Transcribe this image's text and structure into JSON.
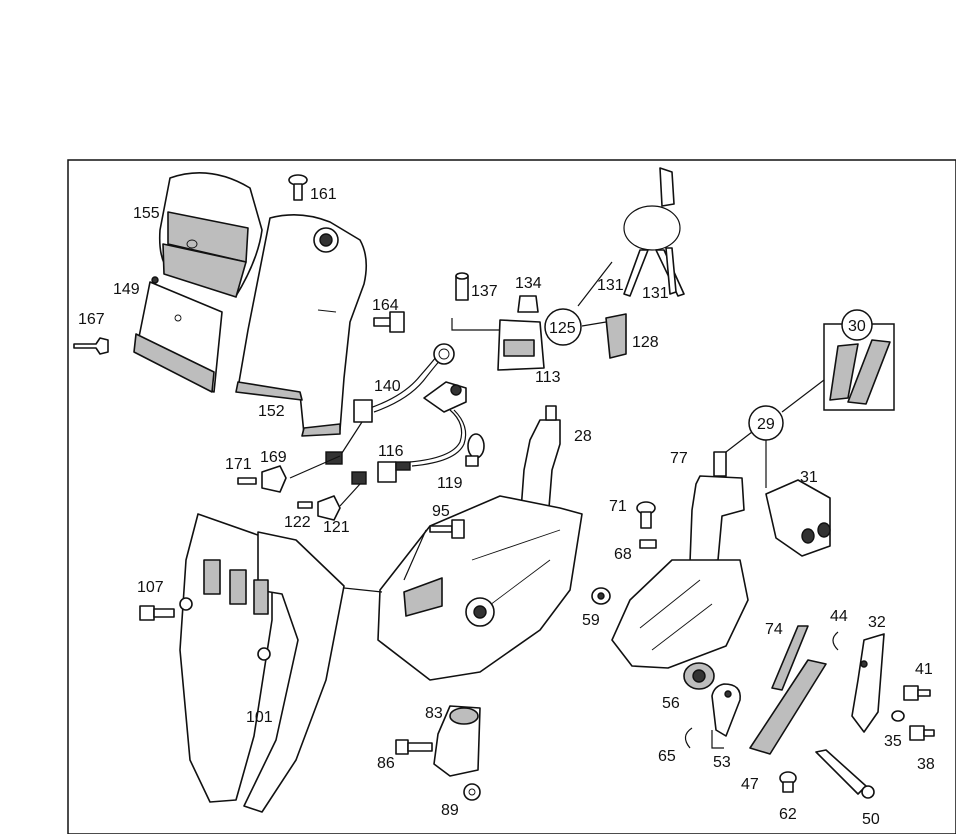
{
  "diagram": {
    "callouts": [
      {
        "id": "c155",
        "text": "155"
      },
      {
        "id": "c161",
        "text": "161"
      },
      {
        "id": "c149",
        "text": "149"
      },
      {
        "id": "c167",
        "text": "167"
      },
      {
        "id": "c152",
        "text": "152"
      },
      {
        "id": "c164",
        "text": "164"
      },
      {
        "id": "c140",
        "text": "140"
      },
      {
        "id": "c137",
        "text": "137"
      },
      {
        "id": "c134",
        "text": "134"
      },
      {
        "id": "c131a",
        "text": "131"
      },
      {
        "id": "c131b",
        "text": "131"
      },
      {
        "id": "c125",
        "text": "125"
      },
      {
        "id": "c128",
        "text": "128"
      },
      {
        "id": "c113",
        "text": "113"
      },
      {
        "id": "c30",
        "text": "30"
      },
      {
        "id": "c29",
        "text": "29"
      },
      {
        "id": "c116",
        "text": "116"
      },
      {
        "id": "c119",
        "text": "119"
      },
      {
        "id": "c28",
        "text": "28"
      },
      {
        "id": "c77",
        "text": "77"
      },
      {
        "id": "c31",
        "text": "31"
      },
      {
        "id": "c171",
        "text": "171"
      },
      {
        "id": "c169",
        "text": "169"
      },
      {
        "id": "c122",
        "text": "122"
      },
      {
        "id": "c121",
        "text": "121"
      },
      {
        "id": "c95",
        "text": "95"
      },
      {
        "id": "c71",
        "text": "71"
      },
      {
        "id": "c68",
        "text": "68"
      },
      {
        "id": "c107",
        "text": "107"
      },
      {
        "id": "c59",
        "text": "59"
      },
      {
        "id": "c74",
        "text": "74"
      },
      {
        "id": "c44",
        "text": "44"
      },
      {
        "id": "c32",
        "text": "32"
      },
      {
        "id": "c41",
        "text": "41"
      },
      {
        "id": "c56",
        "text": "56"
      },
      {
        "id": "c101",
        "text": "101"
      },
      {
        "id": "c83",
        "text": "83"
      },
      {
        "id": "c35",
        "text": "35"
      },
      {
        "id": "c86",
        "text": "86"
      },
      {
        "id": "c65",
        "text": "65"
      },
      {
        "id": "c53",
        "text": "53"
      },
      {
        "id": "c38",
        "text": "38"
      },
      {
        "id": "c47",
        "text": "47"
      },
      {
        "id": "c89",
        "text": "89"
      },
      {
        "id": "c62",
        "text": "62"
      },
      {
        "id": "c50",
        "text": "50"
      }
    ]
  }
}
